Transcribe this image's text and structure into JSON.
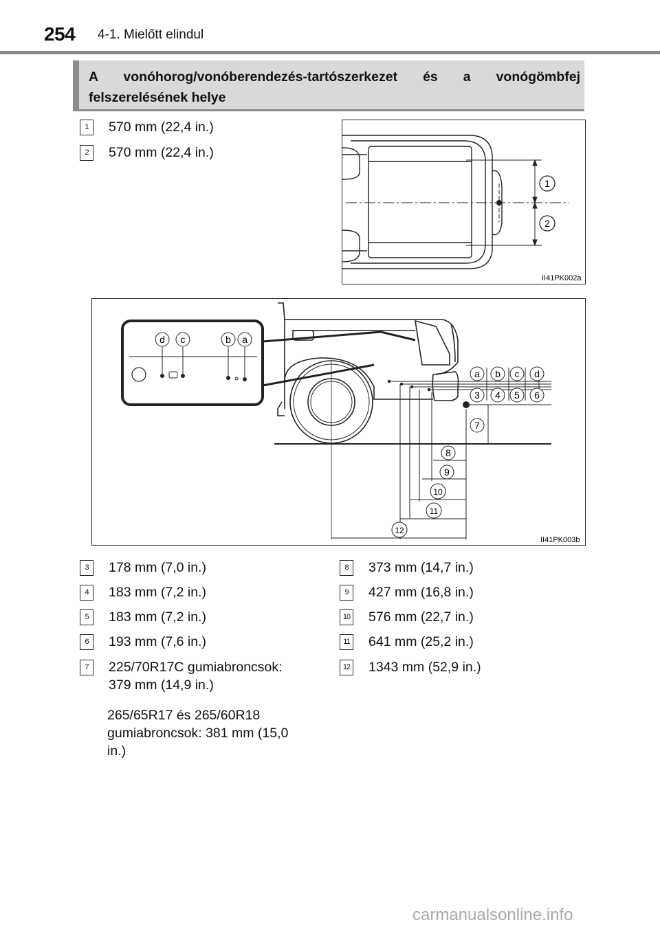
{
  "header": {
    "page_number": "254",
    "section": "4-1. Mielőtt elindul"
  },
  "heading": {
    "text": "A vonóhorog/vonóberendezés-tartószerkezet és a vonógömbfej felszerelésének helye"
  },
  "top_items": [
    {
      "num": "1",
      "text": "570 mm (22,4 in.)"
    },
    {
      "num": "2",
      "text": "570 mm (22,4 in.)"
    }
  ],
  "figure_top": {
    "code": "II41PK002a",
    "callouts": [
      "1",
      "2"
    ]
  },
  "figure_side": {
    "code": "II41PK003b",
    "inset_letters": [
      "d",
      "c",
      "b",
      "a"
    ],
    "top_letters": [
      "a",
      "b",
      "c",
      "d"
    ],
    "row_numbers": [
      "3",
      "4",
      "5",
      "6"
    ],
    "height_callout": "7",
    "dim_callouts": [
      "8",
      "9",
      "10",
      "11",
      "12"
    ]
  },
  "left_items": [
    {
      "num": "3",
      "text": "178 mm (7,0 in.)"
    },
    {
      "num": "4",
      "text": "183 mm (7,2 in.)"
    },
    {
      "num": "5",
      "text": "183 mm (7,2 in.)"
    },
    {
      "num": "6",
      "text": "193 mm (7,6 in.)"
    },
    {
      "num": "7",
      "text": "225/70R17C gumiabroncsok: 379 mm (14,9 in.)"
    }
  ],
  "item7_continuation": "265/65R17 és 265/60R18 gumiabroncsok: 381 mm (15,0 in.)",
  "right_items": [
    {
      "num": "8",
      "text": "373 mm (14,7 in.)"
    },
    {
      "num": "9",
      "text": "427 mm (16,8 in.)"
    },
    {
      "num": "10",
      "text": "576 mm (22,7 in.)"
    },
    {
      "num": "11",
      "text": "641 mm (25,2 in.)"
    },
    {
      "num": "12",
      "text": "1343 mm (52,9 in.)"
    }
  ],
  "footer": {
    "watermark": "carmanualsonline.info"
  }
}
